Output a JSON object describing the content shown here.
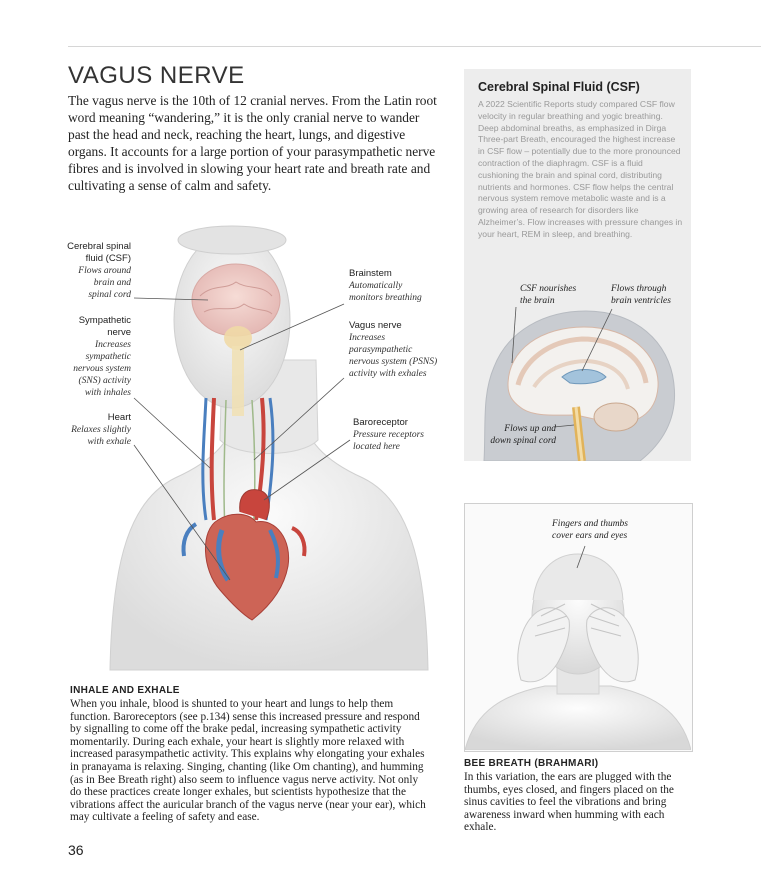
{
  "page": {
    "title": "VAGUS NERVE",
    "intro": "The vagus nerve is the 10th of 12 cranial nerves. From the Latin root word meaning “wandering,” it is the only cranial nerve to wander past the head and neck, reaching the heart, lungs, and digestive organs. It accounts for a large portion of your parasympathetic nerve fibres and is involved in slowing your heart rate and breath rate and cultivating a sense of calm and safety.",
    "page_number": "36"
  },
  "labels": {
    "csf": {
      "title": "Cerebral spinal fluid (CSF)",
      "title_l1": "Cerebral spinal",
      "title_l2": "fluid (CSF)",
      "note_l1": "Flows around",
      "note_l2": "brain and",
      "note_l3": "spinal cord"
    },
    "sympathetic": {
      "title_l1": "Sympathetic",
      "title_l2": "nerve",
      "note_l1": "Increases",
      "note_l2": "sympathetic",
      "note_l3": "nervous system",
      "note_l4": "(SNS) activity",
      "note_l5": "with inhales"
    },
    "heart": {
      "title": "Heart",
      "note_l1": "Relaxes slightly",
      "note_l2": "with exhale"
    },
    "brainstem": {
      "title": "Brainstem",
      "note_l1": "Automatically",
      "note_l2": "monitors breathing"
    },
    "vagus": {
      "title": "Vagus nerve",
      "note_l1": "Increases",
      "note_l2": "parasympathetic",
      "note_l3": "nervous system (PSNS)",
      "note_l4": "activity with exhales"
    },
    "baroreceptor": {
      "title": "Baroreceptor",
      "note_l1": "Pressure receptors",
      "note_l2": "located here"
    }
  },
  "csf_panel": {
    "title": "Cerebral Spinal Fluid (CSF)",
    "text": "A 2022 Scientific Reports study compared CSF flow velocity in regular breathing and yogic breathing. Deep abdominal breaths, as emphasized in Dirga Three-part Breath, encouraged the highest increase in CSF flow – potentially due to the more pronounced contraction of the diaphragm. CSF is a fluid cushioning the brain and spinal cord, distributing nutrients and hormones. CSF flow helps the central nervous system remove metabolic waste and is a growing area of research for disorders like Alzheimer’s. Flow increases with pressure changes in your heart, REM in sleep, and breathing.",
    "label_nourish_l1": "CSF nourishes",
    "label_nourish_l2": "the brain",
    "label_ventricles_l1": "Flows through",
    "label_ventricles_l2": "brain ventricles",
    "label_spinal_l1": "Flows up and",
    "label_spinal_l2": "down spinal cord"
  },
  "bee_figure": {
    "label_l1": "Fingers and thumbs",
    "label_l2": "cover ears and eyes"
  },
  "inhale": {
    "heading": "INHALE AND EXHALE",
    "body": "When you inhale, blood is shunted to your heart and lungs to help them function. Baroreceptors (see p.134) sense this increased pressure and respond by signalling to come off the brake pedal, increasing sympathetic activity momentarily. During each exhale, your heart is slightly more relaxed with increased parasympathetic activity. This explains why elongating your exhales in pranayama is relaxing. Singing, chanting (like Om chanting), and humming (as in Bee Breath right) also seem to influence vagus nerve activity. Not only do these practices create longer exhales, but scientists hypothesize that the vibrations affect the auricular branch of the vagus nerve (near your ear), which may cultivate a feeling of safety and ease."
  },
  "bee": {
    "heading": "BEE BREATH (BRAHMARI)",
    "body": "In this variation, the ears are plugged with the thumbs, eyes closed, and fingers placed on the sinus cavities to feel the vibrations and bring awareness inward when humming with each exhale."
  },
  "colors": {
    "artery": "#c8453d",
    "vein": "#4a7fbf",
    "brain": "#e9c6c3",
    "panel_bg": "#ededed"
  },
  "icons": [
    "vagus-anatomy-illustration",
    "brain-cross-section-illustration",
    "bee-breath-figure-illustration"
  ]
}
